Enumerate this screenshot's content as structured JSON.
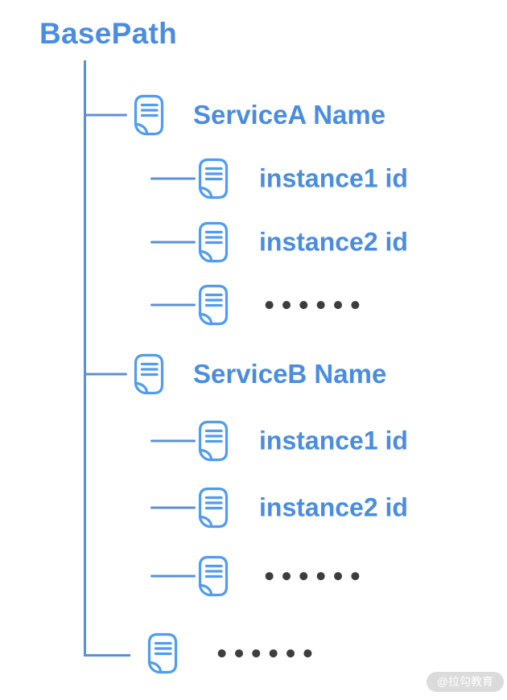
{
  "diagram": {
    "root_label": "BasePath",
    "rows": [
      {
        "type": "service",
        "label": "ServiceA Name"
      },
      {
        "type": "instance",
        "label": "instance1 id"
      },
      {
        "type": "instance",
        "label": "instance2 id"
      },
      {
        "type": "ellipsis",
        "label": "●●●●●●"
      },
      {
        "type": "service",
        "label": "ServiceB Name"
      },
      {
        "type": "instance",
        "label": "instance1 id"
      },
      {
        "type": "instance",
        "label": "instance2 id"
      },
      {
        "type": "ellipsis",
        "label": "●●●●●●"
      },
      {
        "type": "ellipsis-root",
        "label": "●●●●●●"
      }
    ],
    "colors": {
      "icon_blue": "#4F9CF0",
      "line_blue": "#5B90D6",
      "text_blue": "#4A8DE0",
      "dots_gray": "#3D3D3F"
    }
  },
  "watermark": {
    "text": "@拉勾教育",
    "background": "#DBDBDB",
    "text_color": "#FFFFFF"
  }
}
